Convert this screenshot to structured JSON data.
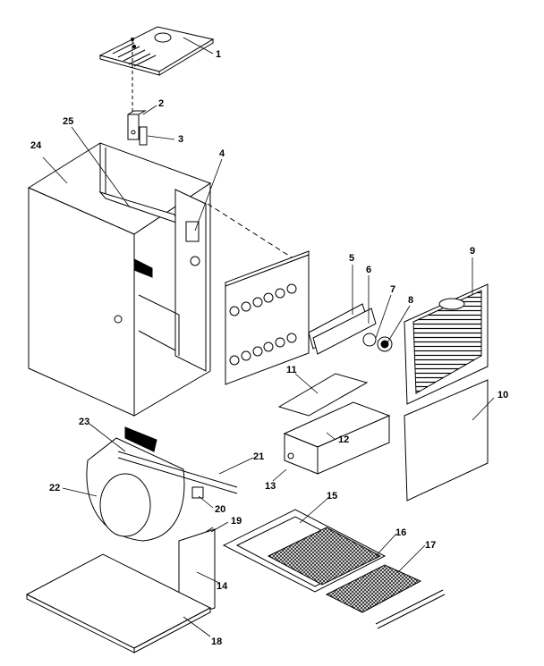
{
  "diagram": {
    "callouts": [
      {
        "id": "1",
        "label": "1"
      },
      {
        "id": "2",
        "label": "2"
      },
      {
        "id": "3",
        "label": "3"
      },
      {
        "id": "4",
        "label": "4"
      },
      {
        "id": "5",
        "label": "5"
      },
      {
        "id": "6",
        "label": "6"
      },
      {
        "id": "7",
        "label": "7"
      },
      {
        "id": "8",
        "label": "8"
      },
      {
        "id": "9",
        "label": "9"
      },
      {
        "id": "10",
        "label": "10"
      },
      {
        "id": "11",
        "label": "11"
      },
      {
        "id": "12",
        "label": "12"
      },
      {
        "id": "13",
        "label": "13"
      },
      {
        "id": "14",
        "label": "14"
      },
      {
        "id": "15",
        "label": "15"
      },
      {
        "id": "16",
        "label": "16"
      },
      {
        "id": "17",
        "label": "17"
      },
      {
        "id": "18",
        "label": "18"
      },
      {
        "id": "19",
        "label": "19"
      },
      {
        "id": "20",
        "label": "20"
      },
      {
        "id": "21",
        "label": "21"
      },
      {
        "id": "22",
        "label": "22"
      },
      {
        "id": "23",
        "label": "23"
      },
      {
        "id": "24",
        "label": "24"
      },
      {
        "id": "25",
        "label": "25"
      }
    ],
    "colors": {
      "line": "#000000",
      "background": "#ffffff",
      "mesh": "#222222"
    }
  }
}
